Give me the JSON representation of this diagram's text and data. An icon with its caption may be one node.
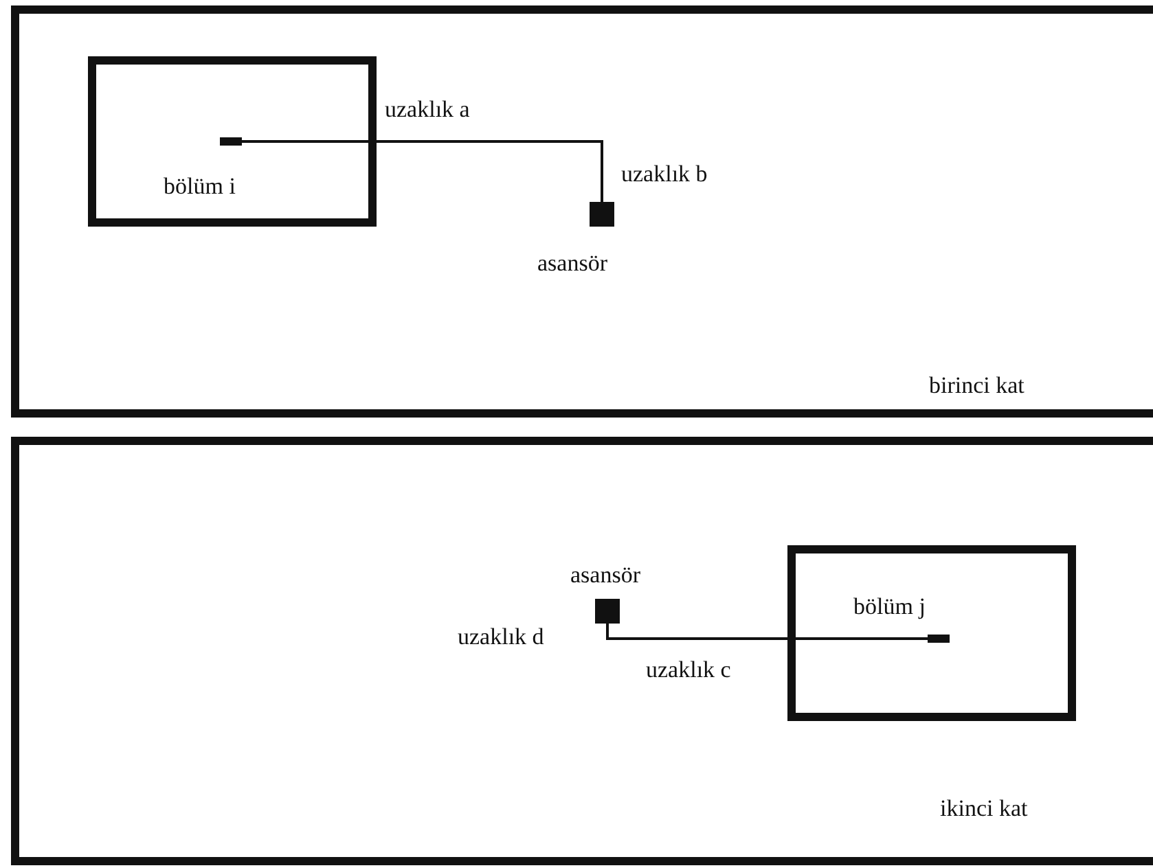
{
  "diagram": {
    "nodes": [
      {
        "text": [
          "birinci kat"
        ]
      },
      {
        "text": [
          "bölüm i"
        ],
        "in": 0
      },
      {
        "text": [],
        "shape": "bar",
        "in": 1
      },
      {
        "text": [
          "asansör"
        ],
        "in": 0
      },
      {
        "text": [
          "ikinci kat"
        ]
      },
      {
        "text": [
          "asansör"
        ],
        "in": 4
      },
      {
        "text": [
          "bölüm j"
        ],
        "in": 4
      },
      {
        "text": [],
        "shape": "bar",
        "in": 6
      }
    ],
    "edges": [
      {
        "from": 2,
        "to": 3,
        "arrow": "none"
      },
      {
        "from": 5,
        "to": 7,
        "arrow": "none"
      }
    ],
    "labels": [
      "uzaklık a",
      "uzaklık b",
      "uzaklık d",
      "uzaklık c"
    ]
  }
}
